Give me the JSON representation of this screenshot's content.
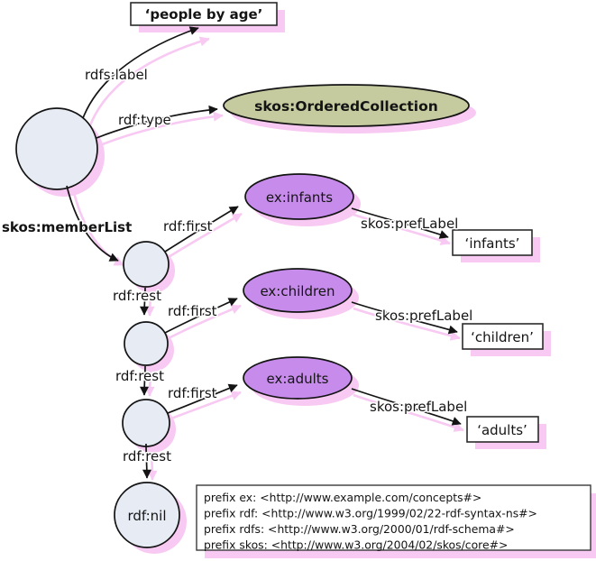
{
  "colors": {
    "blank_node_fill": "#e6ebf4",
    "class_node_fill": "#c5ca9f",
    "concept_node_fill": "#c78ceb",
    "shadow_pink": "#f8c9f2",
    "literal_fill": "#ffffff",
    "edge_stroke": "#141414"
  },
  "nodes": {
    "ordered_collection": "skos:OrderedCollection",
    "infants": "ex:infants",
    "children": "ex:children",
    "adults": "ex:adults",
    "nil": "rdf:nil"
  },
  "literals": {
    "people_by_age": "‘people by age’",
    "infants": "‘infants’",
    "children": "‘children’",
    "adults": "‘adults’"
  },
  "edge_labels": {
    "rdfs_label": "rdfs:label",
    "rdf_type": "rdf:type",
    "skos_member_list": "skos:memberList",
    "rdf_first": "rdf:first",
    "rdf_rest": "rdf:rest",
    "skos_pref_label": "skos:prefLabel"
  },
  "prefix_box": {
    "lines": [
      "prefix ex: <http://www.example.com/concepts#>",
      "prefix rdf: <http://www.w3.org/1999/02/22-rdf-syntax-ns#>",
      "prefix rdfs: <http://www.w3.org/2000/01/rdf-schema#>",
      "prefix skos: <http://www.w3.org/2004/02/skos/core#>"
    ]
  }
}
